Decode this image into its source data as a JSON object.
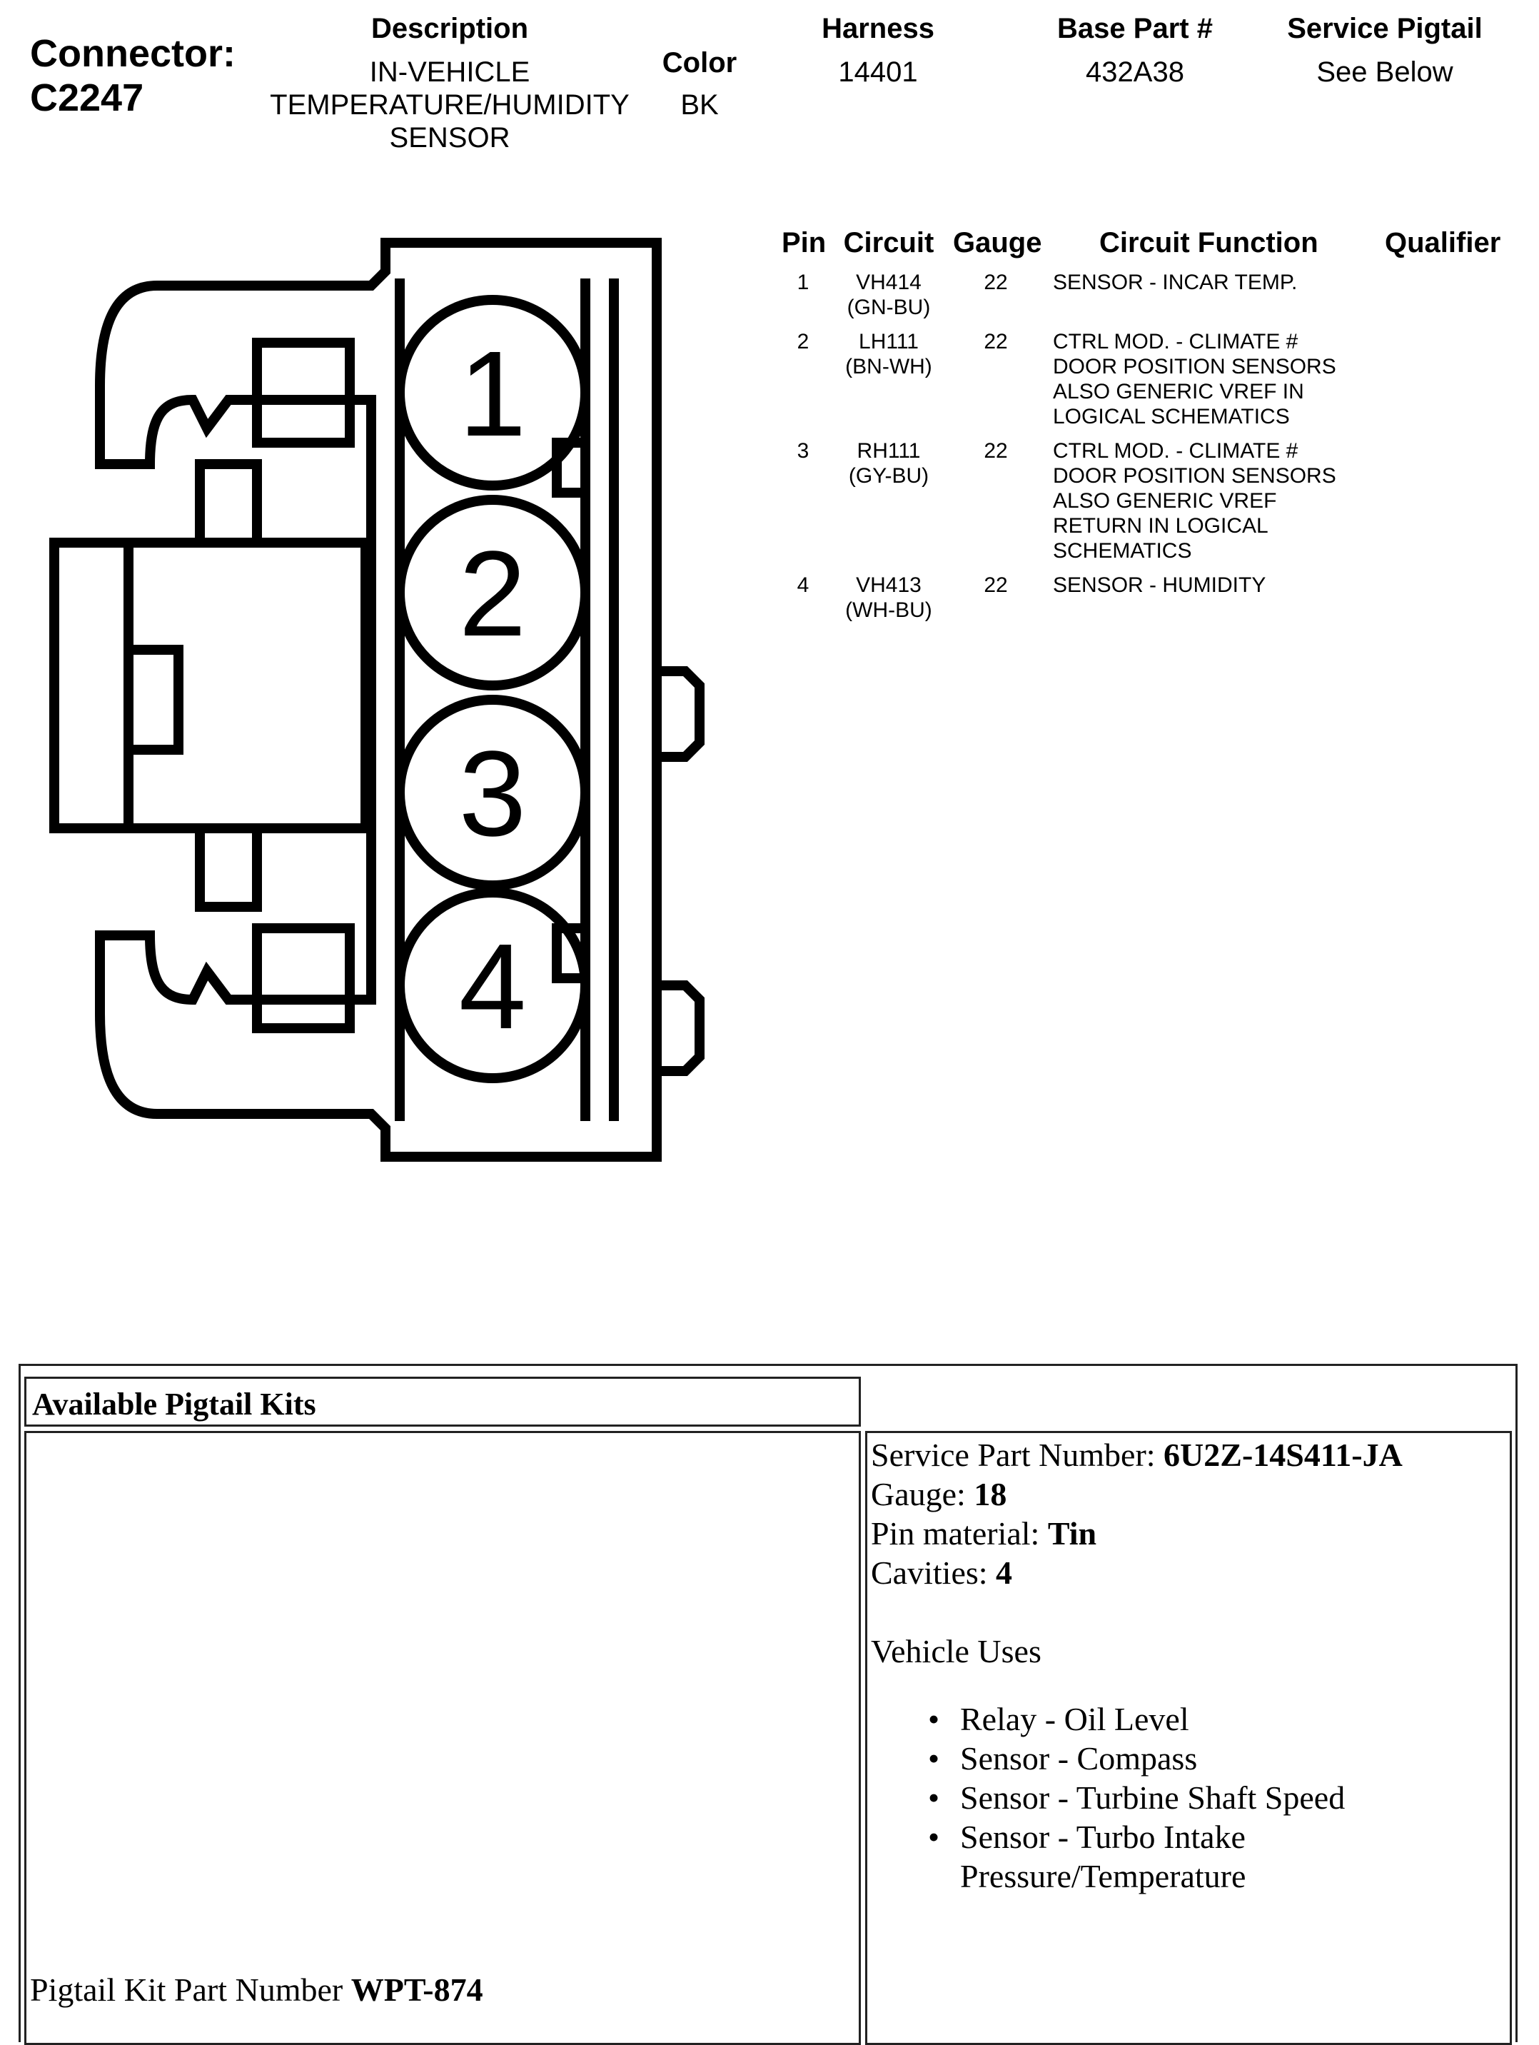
{
  "connector": {
    "label": "Connector:",
    "id": "C2247"
  },
  "header": {
    "description_label": "Description",
    "description_lines": [
      "IN-VEHICLE",
      "TEMPERATURE/HUMIDITY",
      "SENSOR"
    ],
    "color_label": "Color",
    "color_value": "BK",
    "harness_label": "Harness",
    "harness_value": "14401",
    "base_part_label": "Base Part #",
    "base_part_value": "432A38",
    "service_pigtail_label": "Service Pigtail",
    "service_pigtail_value": "See Below"
  },
  "pin_table": {
    "headers": {
      "pin": "Pin",
      "circuit": "Circuit",
      "gauge": "Gauge",
      "function": "Circuit Function",
      "qualifier": "Qualifier"
    },
    "rows": [
      {
        "pin": "1",
        "circuit": "VH414",
        "color": "(GN-BU)",
        "gauge": "22",
        "function": [
          "SENSOR - INCAR TEMP."
        ]
      },
      {
        "pin": "2",
        "circuit": "LH111",
        "color": "(BN-WH)",
        "gauge": "22",
        "function": [
          "CTRL MOD. - CLIMATE #",
          "DOOR POSITION SENSORS",
          "ALSO GENERIC VREF IN",
          "LOGICAL SCHEMATICS"
        ]
      },
      {
        "pin": "3",
        "circuit": "RH111",
        "color": "(GY-BU)",
        "gauge": "22",
        "function": [
          "CTRL MOD. - CLIMATE #",
          "DOOR POSITION SENSORS",
          "ALSO GENERIC VREF",
          "RETURN IN LOGICAL",
          "SCHEMATICS"
        ]
      },
      {
        "pin": "4",
        "circuit": "VH413",
        "color": "(WH-BU)",
        "gauge": "22",
        "function": [
          "SENSOR - HUMIDITY"
        ]
      }
    ]
  },
  "connector_drawing": {
    "pin_labels": [
      "1",
      "2",
      "3",
      "4"
    ]
  },
  "pigtail": {
    "title": "Available Pigtail Kits",
    "kit_part_label": "Pigtail Kit Part Number ",
    "kit_part_value": "WPT-874",
    "service_part_label": "Service Part Number: ",
    "service_part_value": "6U2Z-14S411-JA",
    "gauge_label": "Gauge: ",
    "gauge_value": "18",
    "pin_material_label": "Pin material: ",
    "pin_material_value": "Tin",
    "cavities_label": "Cavities: ",
    "cavities_value": "4",
    "vehicle_uses_label": "Vehicle Uses",
    "vehicle_uses": [
      "Relay - Oil Level",
      "Sensor - Compass",
      "Sensor - Turbine Shaft Speed",
      "Sensor - Turbo Intake Pressure/Temperature"
    ]
  }
}
